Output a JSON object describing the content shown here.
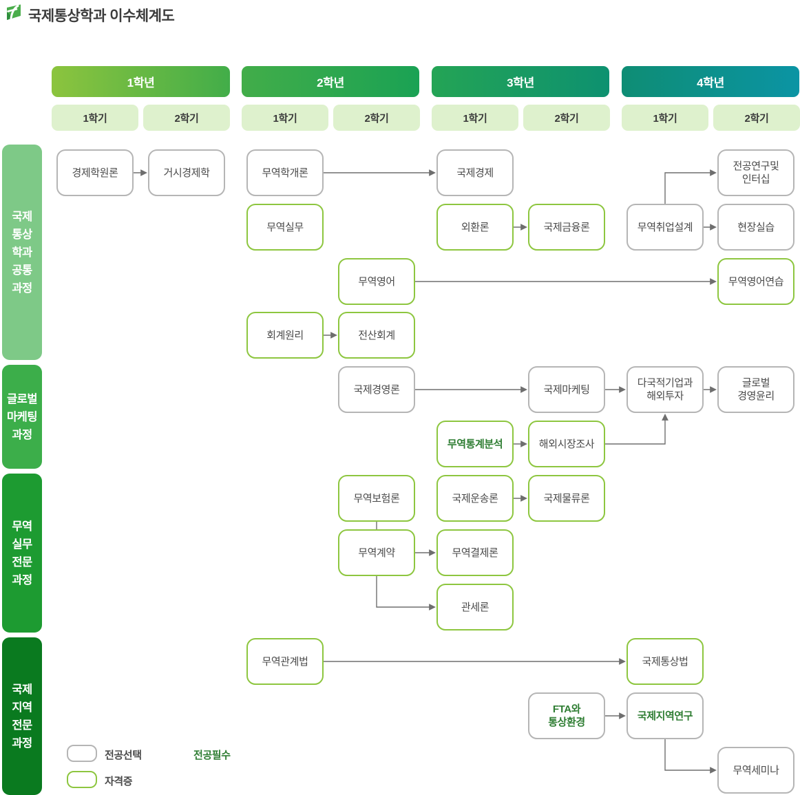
{
  "title": "국제통상학과 이수체계도",
  "years": [
    {
      "label": "1학년",
      "semesters": [
        "1학기",
        "2학기"
      ],
      "gradient": [
        "#8cc43e",
        "#42ad49"
      ]
    },
    {
      "label": "2학년",
      "semesters": [
        "1학기",
        "2학기"
      ],
      "gradient": [
        "#42ad49",
        "#1aa254"
      ]
    },
    {
      "label": "3학년",
      "semesters": [
        "1학기",
        "2학기"
      ],
      "gradient": [
        "#24a455",
        "#0d9170"
      ]
    },
    {
      "label": "4학년",
      "semesters": [
        "1학기",
        "2학기"
      ],
      "gradient": [
        "#0e8d74",
        "#0b94a4"
      ]
    }
  ],
  "tracks": [
    {
      "id": "common",
      "lines": [
        "국제",
        "통상",
        "학과",
        "공통",
        "과정"
      ],
      "color": "#7ec987"
    },
    {
      "id": "marketing",
      "lines": [
        "글로벌",
        "마케팅",
        "과정"
      ],
      "color": "#3cae4a"
    },
    {
      "id": "practice",
      "lines": [
        "무역",
        "실무",
        "전문",
        "과정"
      ],
      "color": "#1d9b31"
    },
    {
      "id": "regional",
      "lines": [
        "국제",
        "지역",
        "전문",
        "과정"
      ],
      "color": "#0a7a1f"
    }
  ],
  "courses": [
    {
      "id": "econ-principles",
      "lines": [
        "경제학원론"
      ],
      "col": 0,
      "row": 0,
      "border": "gray",
      "required": false
    },
    {
      "id": "macroeconomics",
      "lines": [
        "거시경제학"
      ],
      "col": 1,
      "row": 0,
      "border": "gray",
      "required": false
    },
    {
      "id": "intro-trade",
      "lines": [
        "무역학개론"
      ],
      "col": 2,
      "row": 0,
      "border": "gray",
      "required": false
    },
    {
      "id": "intl-economics",
      "lines": [
        "국제경제"
      ],
      "col": 4,
      "row": 0,
      "border": "gray",
      "required": false
    },
    {
      "id": "major-research-internship",
      "lines": [
        "전공연구및",
        "인터십"
      ],
      "col": 7,
      "row": 0,
      "border": "gray",
      "required": false
    },
    {
      "id": "trade-practice",
      "lines": [
        "무역실무"
      ],
      "col": 2,
      "row": 1,
      "border": "green",
      "required": false
    },
    {
      "id": "foreign-exchange",
      "lines": [
        "외환론"
      ],
      "col": 4,
      "row": 1,
      "border": "green",
      "required": false
    },
    {
      "id": "intl-finance",
      "lines": [
        "국제금융론"
      ],
      "col": 5,
      "row": 1,
      "border": "green",
      "required": false
    },
    {
      "id": "trade-career-design",
      "lines": [
        "무역취업설계"
      ],
      "col": 6,
      "row": 1,
      "border": "gray",
      "required": false
    },
    {
      "id": "field-training",
      "lines": [
        "현장실습"
      ],
      "col": 7,
      "row": 1,
      "border": "gray",
      "required": false
    },
    {
      "id": "trade-english",
      "lines": [
        "무역영어"
      ],
      "col": 3,
      "row": 2,
      "border": "green",
      "required": false
    },
    {
      "id": "trade-english-practice",
      "lines": [
        "무역영어연습"
      ],
      "col": 7,
      "row": 2,
      "border": "green",
      "required": false
    },
    {
      "id": "accounting-principles",
      "lines": [
        "회계원리"
      ],
      "col": 2,
      "row": 3,
      "border": "green",
      "required": false
    },
    {
      "id": "computerized-accounting",
      "lines": [
        "전산회계"
      ],
      "col": 3,
      "row": 3,
      "border": "green",
      "required": false
    },
    {
      "id": "intl-management",
      "lines": [
        "국제경영론"
      ],
      "col": 3,
      "row": 4,
      "border": "gray",
      "required": false
    },
    {
      "id": "intl-marketing",
      "lines": [
        "국제마케팅"
      ],
      "col": 5,
      "row": 4,
      "border": "gray",
      "required": false
    },
    {
      "id": "multinational-investment",
      "lines": [
        "다국적기업과",
        "해외투자"
      ],
      "col": 6,
      "row": 4,
      "border": "gray",
      "required": false
    },
    {
      "id": "global-ethics",
      "lines": [
        "글로벌",
        "경영윤리"
      ],
      "col": 7,
      "row": 4,
      "border": "gray",
      "required": false
    },
    {
      "id": "trade-statistics",
      "lines": [
        "무역통계분석"
      ],
      "col": 4,
      "row": 5,
      "border": "green",
      "required": true
    },
    {
      "id": "overseas-market-research",
      "lines": [
        "해외시장조사"
      ],
      "col": 5,
      "row": 5,
      "border": "green",
      "required": false
    },
    {
      "id": "trade-insurance",
      "lines": [
        "무역보험론"
      ],
      "col": 3,
      "row": 6,
      "border": "green",
      "required": false
    },
    {
      "id": "intl-transport",
      "lines": [
        "국제운송론"
      ],
      "col": 4,
      "row": 6,
      "border": "green",
      "required": false
    },
    {
      "id": "intl-logistics",
      "lines": [
        "국제물류론"
      ],
      "col": 5,
      "row": 6,
      "border": "green",
      "required": false
    },
    {
      "id": "trade-contracts",
      "lines": [
        "무역계약"
      ],
      "col": 3,
      "row": 7,
      "border": "green",
      "required": false
    },
    {
      "id": "trade-settlement",
      "lines": [
        "무역결제론"
      ],
      "col": 4,
      "row": 7,
      "border": "green",
      "required": false
    },
    {
      "id": "customs",
      "lines": [
        "관세론"
      ],
      "col": 4,
      "row": 8,
      "border": "green",
      "required": false
    },
    {
      "id": "trade-law",
      "lines": [
        "무역관계법"
      ],
      "col": 2,
      "row": 9,
      "border": "green",
      "required": false
    },
    {
      "id": "intl-trade-law",
      "lines": [
        "국제통상법"
      ],
      "col": 6,
      "row": 9,
      "border": "green",
      "required": false
    },
    {
      "id": "fta-environment",
      "lines": [
        "FTA와",
        "통상환경"
      ],
      "col": 5,
      "row": 10,
      "border": "gray",
      "required": true
    },
    {
      "id": "intl-area-studies",
      "lines": [
        "국제지역연구"
      ],
      "col": 6,
      "row": 10,
      "border": "gray",
      "required": true
    },
    {
      "id": "trade-seminar",
      "lines": [
        "무역세미나"
      ],
      "col": 7,
      "row": 11,
      "border": "gray",
      "required": false
    }
  ],
  "connectors": [
    {
      "from": "econ-principles",
      "to": "macroeconomics",
      "kind": "right",
      "arrow": true
    },
    {
      "from": "intro-trade",
      "to": "intl-economics",
      "kind": "right",
      "arrow": true
    },
    {
      "from": "foreign-exchange",
      "to": "intl-finance",
      "kind": "right",
      "arrow": true
    },
    {
      "from": "trade-career-design",
      "to": "field-training",
      "kind": "right",
      "arrow": true
    },
    {
      "from": "trade-career-design",
      "to": "major-research-internship",
      "kind": "top-elbow",
      "arrow": true
    },
    {
      "from": "trade-english",
      "to": "trade-english-practice",
      "kind": "right",
      "arrow": true
    },
    {
      "from": "accounting-principles",
      "to": "computerized-accounting",
      "kind": "right",
      "arrow": true
    },
    {
      "from": "intl-management",
      "to": "intl-marketing",
      "kind": "right",
      "arrow": true
    },
    {
      "from": "intl-marketing",
      "to": "multinational-investment",
      "kind": "right",
      "arrow": true
    },
    {
      "from": "multinational-investment",
      "to": "global-ethics",
      "kind": "right",
      "arrow": true
    },
    {
      "from": "trade-statistics",
      "to": "overseas-market-research",
      "kind": "right",
      "arrow": true
    },
    {
      "from": "overseas-market-research",
      "to": "multinational-investment",
      "kind": "right-up",
      "arrow": true
    },
    {
      "from": "intl-transport",
      "to": "intl-logistics",
      "kind": "right",
      "arrow": true
    },
    {
      "from": "trade-insurance",
      "to": "trade-contracts",
      "kind": "down",
      "arrow": false
    },
    {
      "from": "trade-contracts",
      "to": "trade-settlement",
      "kind": "right",
      "arrow": true
    },
    {
      "from": "trade-contracts",
      "to": "customs",
      "kind": "down-over",
      "arrow": true
    },
    {
      "from": "trade-law",
      "to": "intl-trade-law",
      "kind": "right",
      "arrow": true
    },
    {
      "from": "fta-environment",
      "to": "intl-area-studies",
      "kind": "right",
      "arrow": true
    },
    {
      "from": "intl-area-studies",
      "to": "trade-seminar",
      "kind": "down-over",
      "arrow": true
    }
  ],
  "legend": {
    "elective": "전공선택",
    "certificate": "자격증",
    "required": "전공필수"
  },
  "colors": {
    "gray_border": "#b5b5b5",
    "cert_border": "#8dc63f",
    "required_text": "#2e7d32",
    "wire": "#6e6e6e",
    "semester_bg": "#def1cd"
  }
}
